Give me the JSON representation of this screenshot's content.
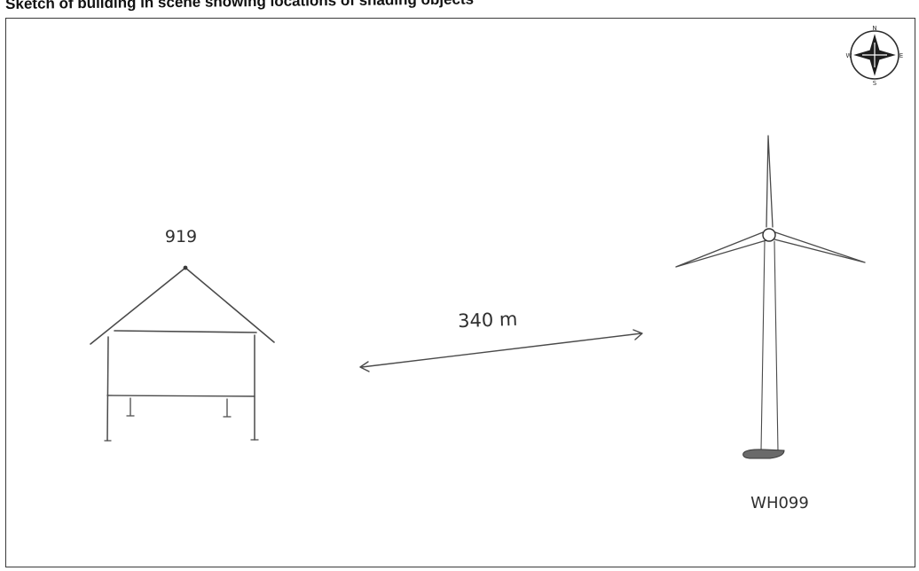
{
  "title": "Sketch of building in scene showing locations of shading objects",
  "compass": {
    "north": "N",
    "south": "S",
    "east": "E",
    "west": "W"
  },
  "building": {
    "label": "919"
  },
  "distance": {
    "label": "340 m"
  },
  "turbine": {
    "label": "WH099"
  },
  "colors": {
    "ink": "#4a4a4a",
    "frame": "#3a3a3a",
    "background": "#ffffff"
  }
}
